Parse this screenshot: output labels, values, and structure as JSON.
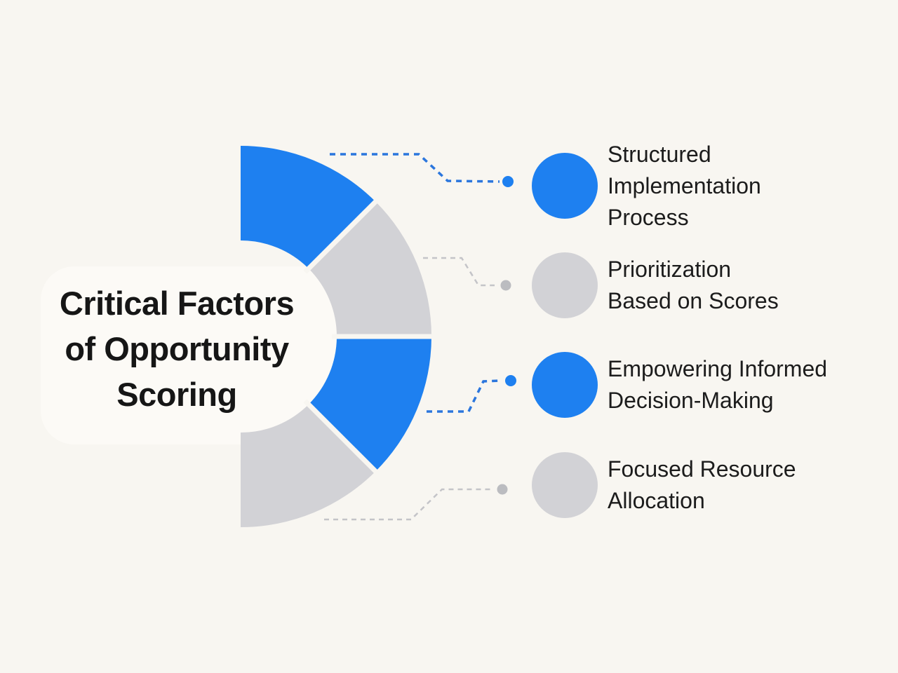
{
  "colors": {
    "background": "#F8F6F1",
    "capsule": "#FCFAF6",
    "blue": "#1E80F0",
    "gray": "#D2D2D6",
    "connector_blue": "#2B76DD",
    "connector_gray": "#C4C4C8",
    "dot_blue": "#1E80F0",
    "dot_gray": "#BBBCC0",
    "title_text": "#161616",
    "label_text": "#1C1C1C"
  },
  "title": {
    "text": "Critical Factors of Opportunity Scoring",
    "lines": [
      "Critical Factors",
      "of Opportunity",
      "Scoring"
    ]
  },
  "donut": {
    "type": "half-donut",
    "segment_count": 4,
    "segments": [
      {
        "position": "top",
        "color": "#1E80F0",
        "linked_item": 0
      },
      {
        "position": "upper-right",
        "color": "#D2D2D6",
        "linked_item": 1
      },
      {
        "position": "lower-right",
        "color": "#1E80F0",
        "linked_item": 2
      },
      {
        "position": "bottom",
        "color": "#D2D2D6",
        "linked_item": 3
      }
    ]
  },
  "items": [
    {
      "label": "Structured Implementation Process",
      "lines": [
        "Structured",
        "Implementation",
        "Process"
      ],
      "color": "#1E80F0"
    },
    {
      "label": "Prioritization Based on Scores",
      "lines": [
        "Prioritization",
        "Based on Scores"
      ],
      "color": "#D2D2D6"
    },
    {
      "label": "Empowering Informed Decision-Making",
      "lines": [
        "Empowering Informed",
        "Decision-Making"
      ],
      "color": "#1E80F0"
    },
    {
      "label": "Focused Resource Allocation",
      "lines": [
        "Focused Resource",
        "Allocation"
      ],
      "color": "#D2D2D6"
    }
  ]
}
